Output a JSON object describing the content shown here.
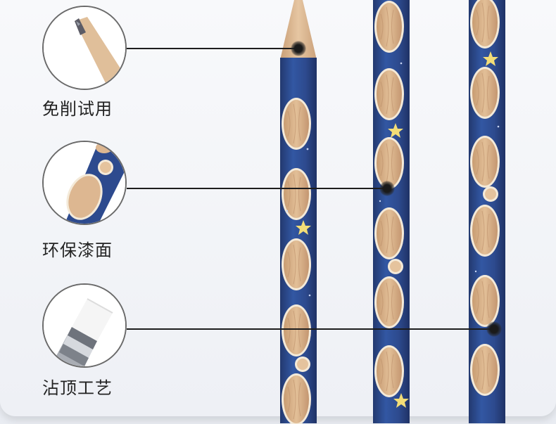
{
  "features": [
    {
      "label": "免削试用",
      "icon": "pencil-tip-icon"
    },
    {
      "label": "环保漆面",
      "icon": "lacquer-surface-icon"
    },
    {
      "label": "沾顶工艺",
      "icon": "eraser-cap-icon"
    }
  ],
  "colors": {
    "pencil_body": "#2d4a8e",
    "wood": "#d9b48c",
    "star": "#f3dd77",
    "background": "#eef0f5",
    "leader_line": "#1d1d1d"
  }
}
